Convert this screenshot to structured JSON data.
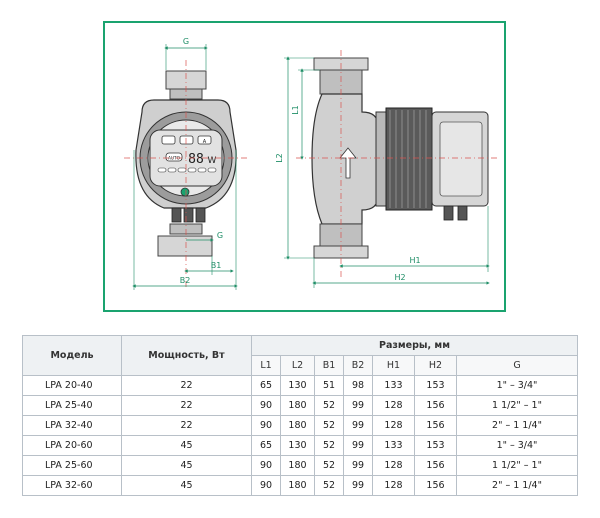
{
  "drawing": {
    "frame_color": "#1aa36f",
    "dim_color": "#1f8e67",
    "center_line_color": "#d9534f",
    "front_view": {
      "dim_g_top": "G",
      "dim_g_bottom": "G",
      "dim_b1": "B1",
      "dim_b2": "B2",
      "display": {
        "digits": "88",
        "unit": "W",
        "auto_label": "AUTO",
        "a_label": "A"
      }
    },
    "side_view": {
      "dim_l1": "L1",
      "dim_l2": "L2",
      "dim_h1": "H1",
      "dim_h2": "H2"
    }
  },
  "table": {
    "headers": {
      "model": "Модель",
      "power": "Мощность, Вт",
      "dimensions": "Размеры, мм"
    },
    "sub_headers": [
      "L1",
      "L2",
      "B1",
      "B2",
      "H1",
      "H2",
      "G"
    ],
    "rows": [
      {
        "model": "LPA 20-40",
        "power": "22",
        "l1": "65",
        "l2": "130",
        "b1": "51",
        "b2": "98",
        "h1": "133",
        "h2": "153",
        "g": "1\" – 3/4\""
      },
      {
        "model": "LPA 25-40",
        "power": "22",
        "l1": "90",
        "l2": "180",
        "b1": "52",
        "b2": "99",
        "h1": "128",
        "h2": "156",
        "g": "1 1/2\" – 1\""
      },
      {
        "model": "LPA 32-40",
        "power": "22",
        "l1": "90",
        "l2": "180",
        "b1": "52",
        "b2": "99",
        "h1": "128",
        "h2": "156",
        "g": "2\" – 1 1/4\""
      },
      {
        "model": "LPA 20-60",
        "power": "45",
        "l1": "65",
        "l2": "130",
        "b1": "52",
        "b2": "99",
        "h1": "133",
        "h2": "153",
        "g": "1\" – 3/4\""
      },
      {
        "model": "LPA 25-60",
        "power": "45",
        "l1": "90",
        "l2": "180",
        "b1": "52",
        "b2": "99",
        "h1": "128",
        "h2": "156",
        "g": "1 1/2\" – 1\""
      },
      {
        "model": "LPA 32-60",
        "power": "45",
        "l1": "90",
        "l2": "180",
        "b1": "52",
        "b2": "99",
        "h1": "128",
        "h2": "156",
        "g": "2\" – 1 1/4\""
      }
    ]
  }
}
